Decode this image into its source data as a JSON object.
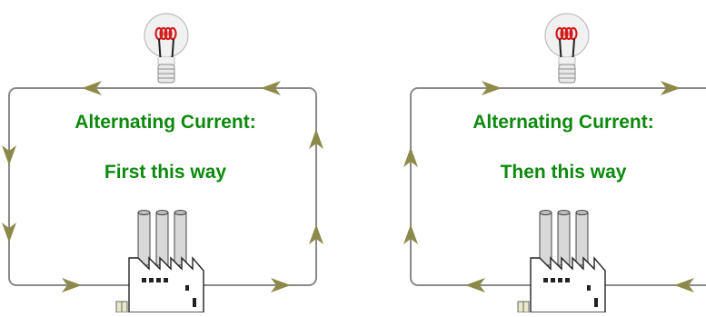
{
  "panels": [
    {
      "title": "Alternating Current:",
      "subtitle": "First this way",
      "current_direction": "clockwise-from-factory-top"
    },
    {
      "title": "Alternating Current:",
      "subtitle": "Then this way",
      "current_direction": "counterclockwise-from-factory-top"
    }
  ],
  "colors": {
    "text": "#0d8a0d",
    "wire": "#8a8a8a",
    "arrow": "#8c8a4a",
    "filament": "#d21a1a",
    "bulb_glass": "#eeeeee",
    "factory_fill": "#ffffff",
    "factory_stroke": "#222222",
    "chimney_fill": "#d8d8d8"
  },
  "icons": [
    "light-bulb-icon",
    "factory-icon",
    "arrow-icon"
  ]
}
